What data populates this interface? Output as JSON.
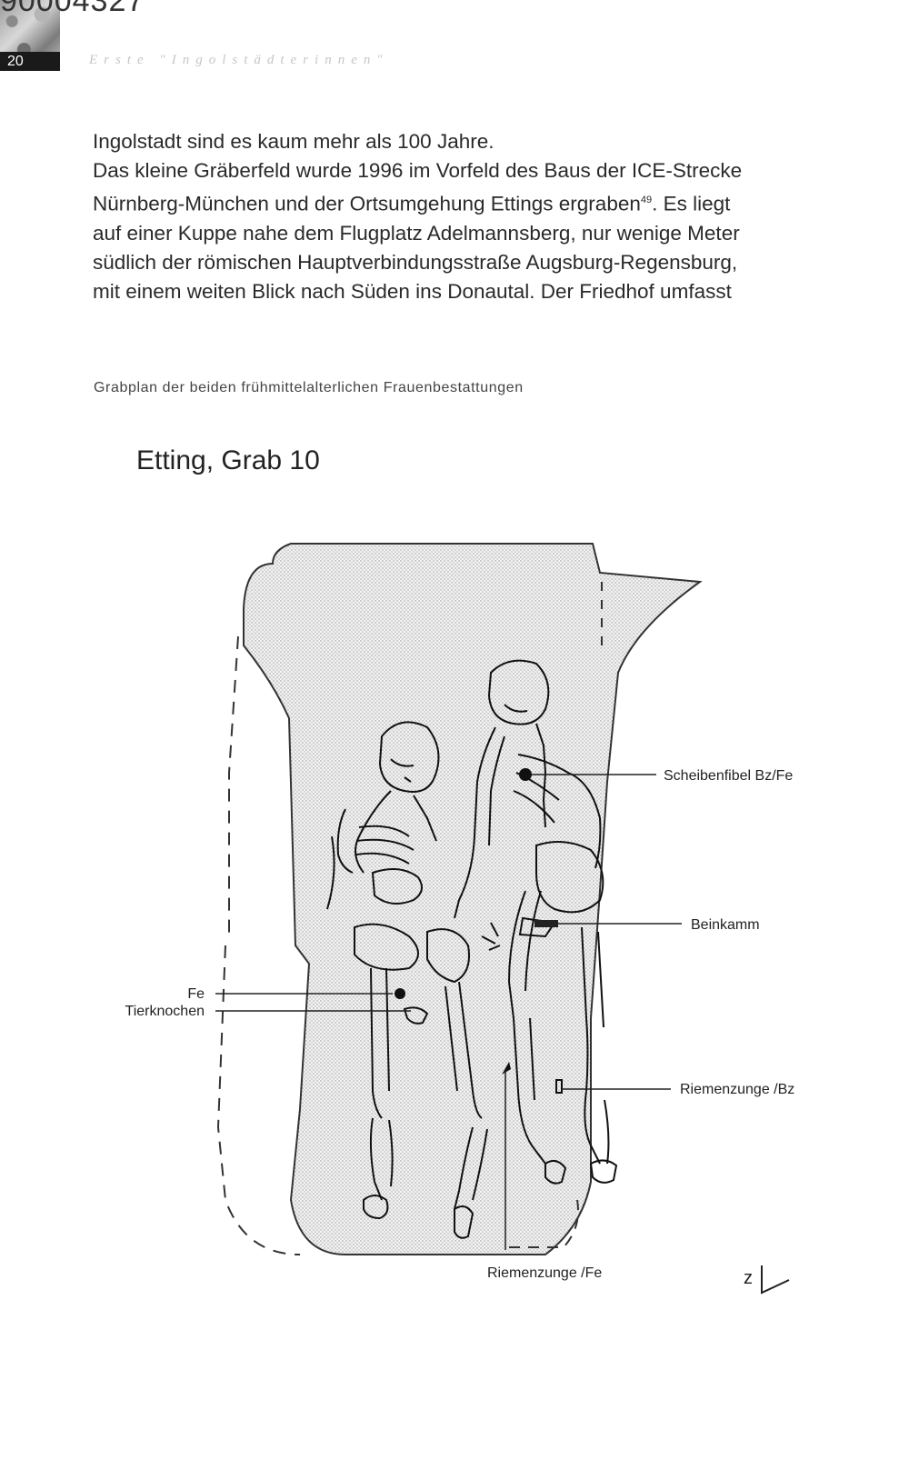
{
  "header": {
    "scan_id": "90004327",
    "page_number": "20",
    "running_title": "Erste \"Ingolstädterinnen\""
  },
  "body": {
    "lines": [
      "Ingolstadt sind es kaum mehr als 100 Jahre.",
      "Das kleine Gräberfeld wurde 1996 im Vorfeld des Baus der ICE-Strecke",
      "Nürnberg-München und der Ortsumgehung Ettings ergraben",
      "auf einer Kuppe nahe dem Flugplatz Adelmannsberg, nur wenige Meter",
      "südlich der römischen Hauptverbindungsstraße Augsburg-Regensburg,",
      "mit einem weiten Blick nach Süden ins Donautal. Der Friedhof umfasst"
    ],
    "footnote_ref": "49",
    "line3_tail": ". Es liegt"
  },
  "figure": {
    "caption": "Grabplan der beiden frühmittelalterlichen Frauenbestattungen",
    "title": "Etting, Grab 10",
    "labels": {
      "scheibenfibel": "Scheibenfibel Bz/Fe",
      "beinkamm": "Beinkamm",
      "fe": "Fe",
      "tierknochen": "Tierknochen",
      "riemenzunge_bz": "Riemenzunge /Bz",
      "riemenzunge_fe": "Riemenzunge /Fe",
      "north": "z"
    }
  }
}
